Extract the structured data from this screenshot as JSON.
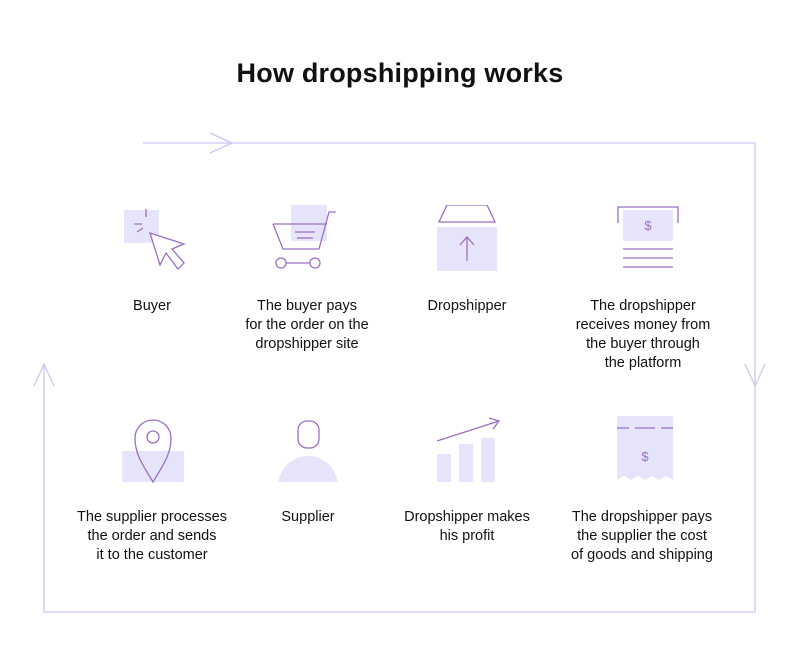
{
  "title": "How dropshipping works",
  "colors": {
    "accent": "#9b6fc4",
    "fill": "#e6e4fb",
    "arrow": "#c9c7f5"
  },
  "steps": [
    {
      "label": "Buyer",
      "icon": "cursor-click-icon"
    },
    {
      "label": "The buyer pays\nfor the order on the\ndropshipper site",
      "icon": "shopping-cart-icon"
    },
    {
      "label": "Dropshipper",
      "icon": "box-upload-icon"
    },
    {
      "label": "The dropshipper\nreceives money from\nthe buyer through\nthe platform",
      "icon": "cash-receipt-icon"
    },
    {
      "label": "The supplier processes\nthe order and sends\nit to the customer",
      "icon": "map-pin-icon"
    },
    {
      "label": "Supplier",
      "icon": "person-icon"
    },
    {
      "label": "Dropshipper makes\nhis profit",
      "icon": "growth-chart-icon"
    },
    {
      "label": "The dropshipper pays\nthe supplier the cost\nof goods and shipping",
      "icon": "invoice-icon"
    }
  ]
}
